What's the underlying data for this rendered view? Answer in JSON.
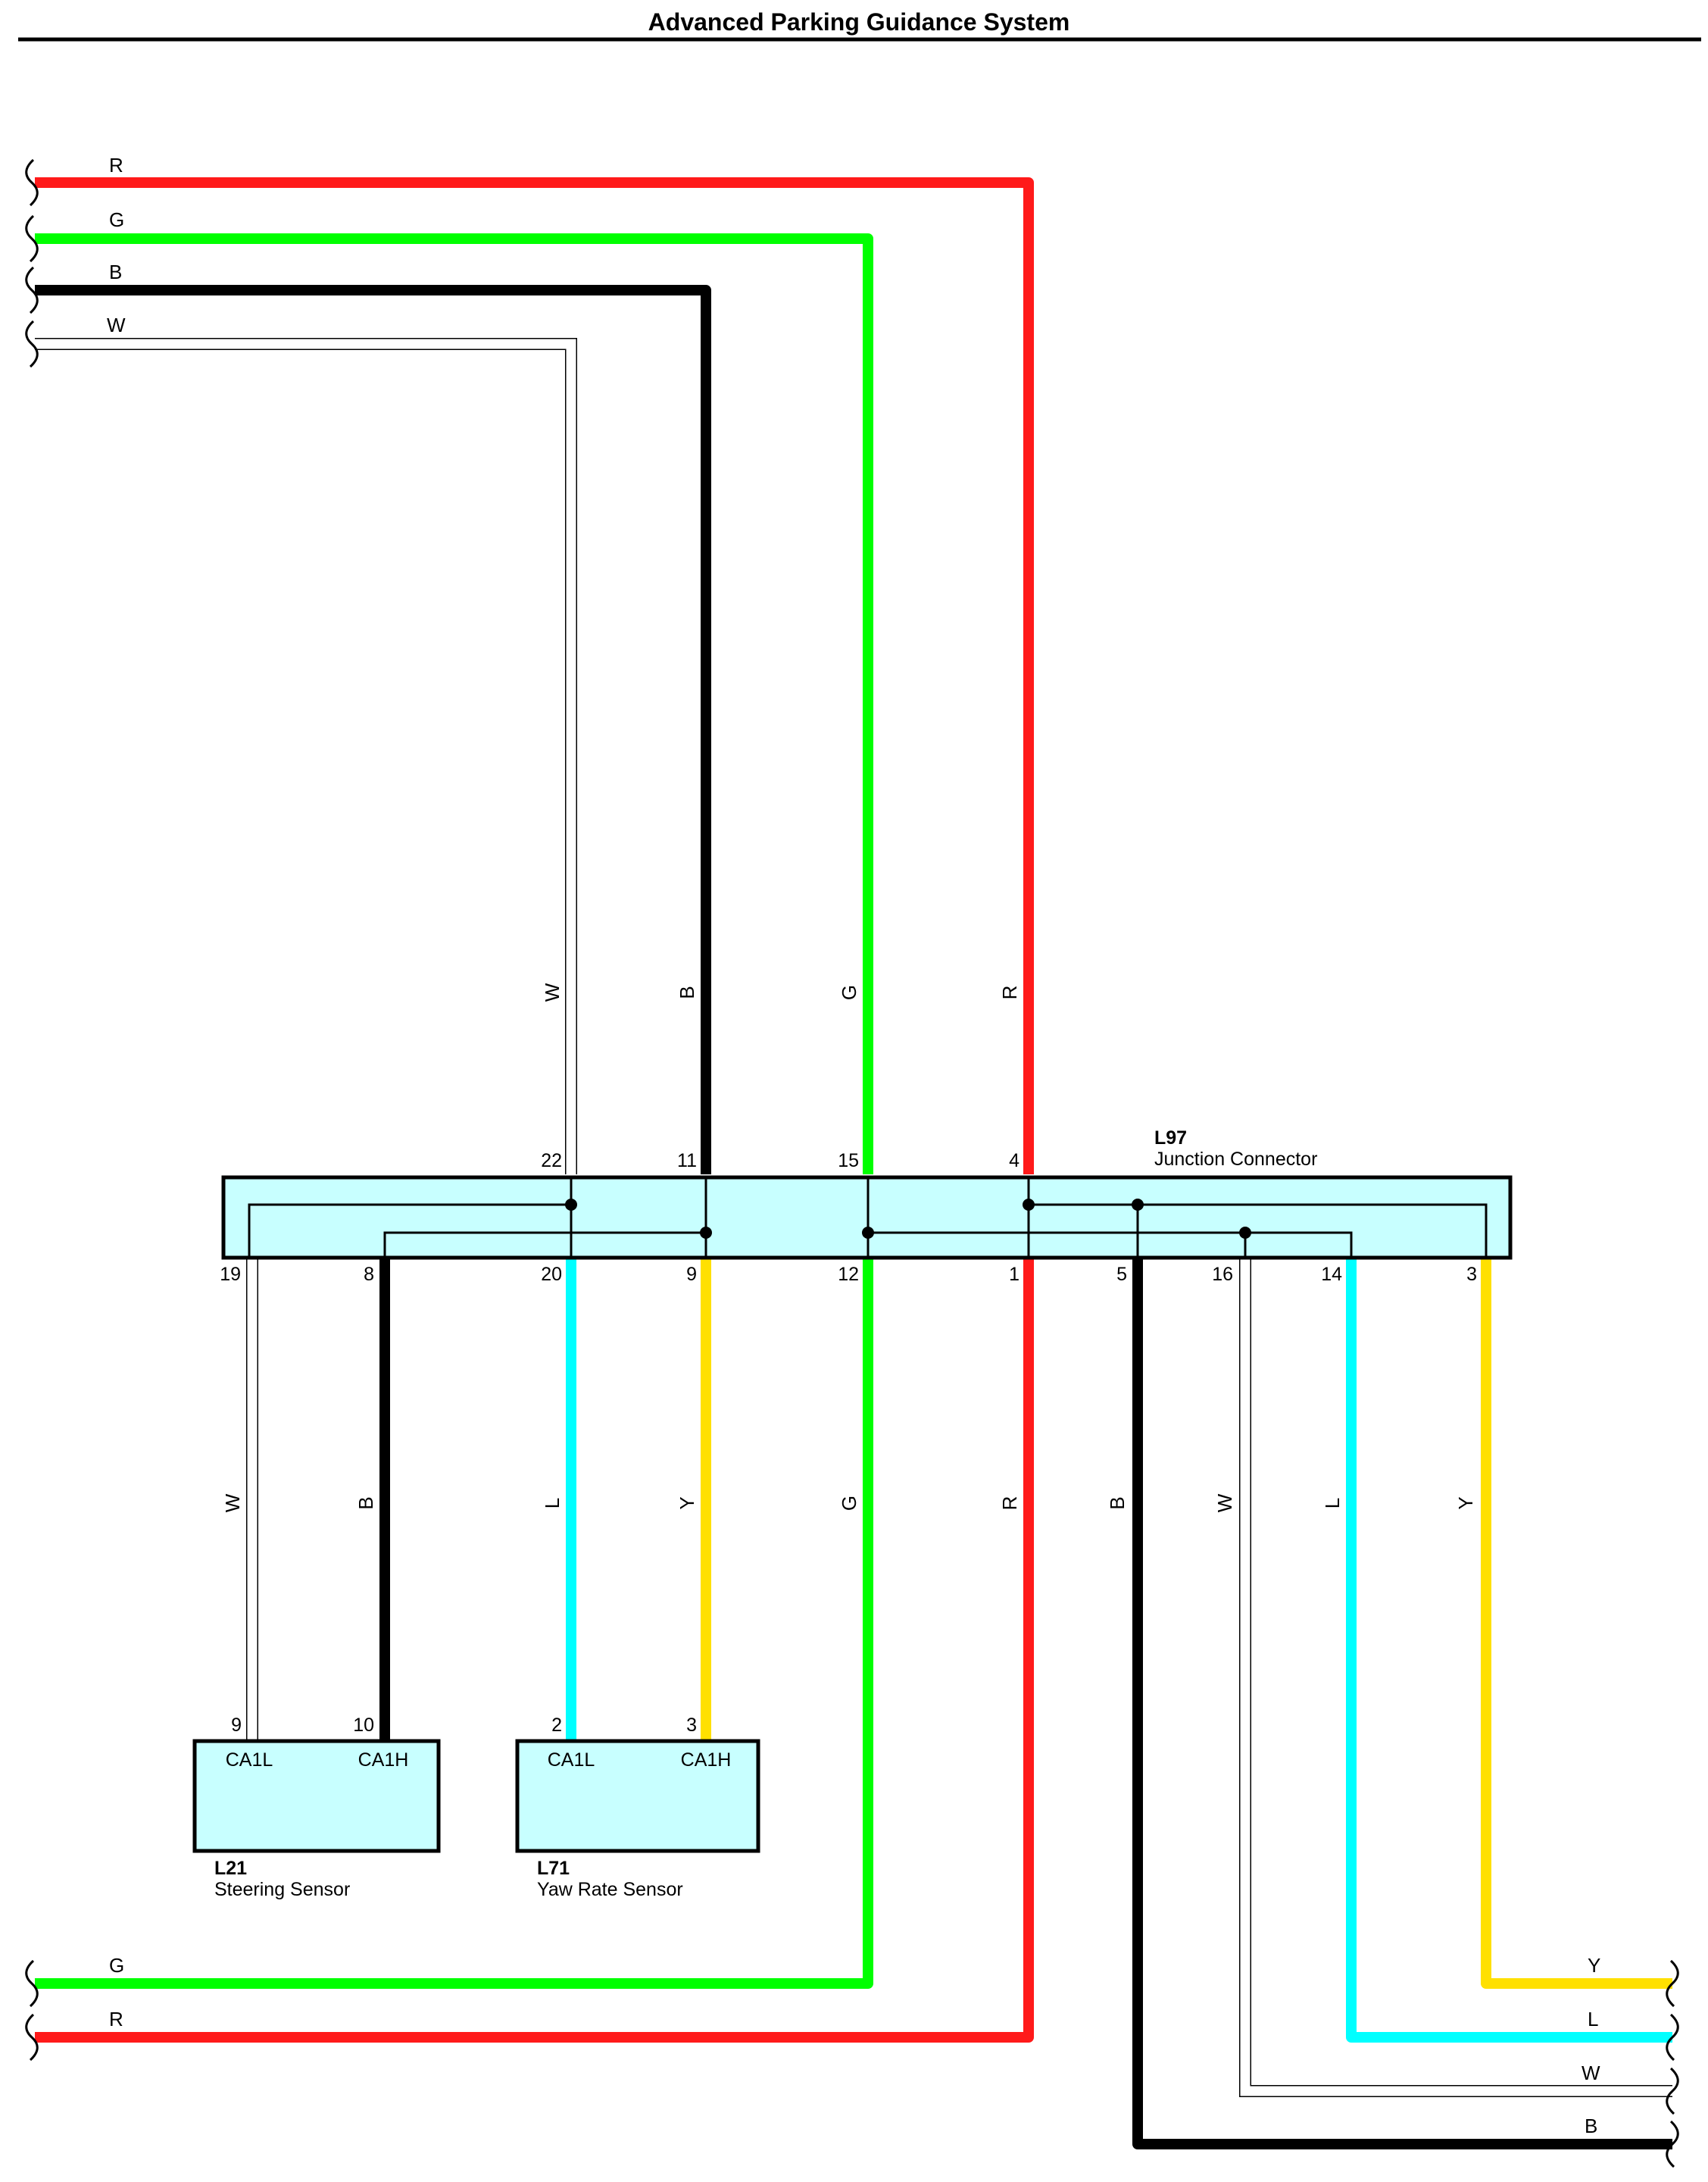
{
  "title": "Advanced Parking Guidance System",
  "colors": {
    "R": "#ff1a1a",
    "G": "#00ff00",
    "B": "#000000",
    "W": "#ffffff",
    "L": "#00ffff",
    "Y": "#ffe000",
    "connector_fill": "#c8ffff"
  },
  "junction_connector": {
    "id": "L97",
    "name": "Junction Connector",
    "top_pins": [
      "22",
      "11",
      "15",
      "4"
    ],
    "bottom_pins": [
      "19",
      "8",
      "20",
      "9",
      "12",
      "1",
      "5",
      "16",
      "14",
      "3"
    ]
  },
  "components": [
    {
      "id": "L21",
      "name": "Steering Sensor",
      "pins": [
        "9",
        "10"
      ],
      "pin_labels": [
        "CA1L",
        "CA1H"
      ]
    },
    {
      "id": "L71",
      "name": "Yaw Rate Sensor",
      "pins": [
        "2",
        "3"
      ],
      "pin_labels": [
        "CA1L",
        "CA1H"
      ]
    }
  ],
  "wires": {
    "top_left": [
      "R",
      "G",
      "B",
      "W"
    ],
    "top_verticals": [
      "W",
      "B",
      "G",
      "R"
    ],
    "bottom_verticals": [
      "W",
      "B",
      "L",
      "Y",
      "G",
      "R",
      "B",
      "W",
      "L",
      "Y"
    ],
    "bottom_left": [
      "G",
      "R"
    ],
    "bottom_right": [
      "Y",
      "L",
      "W",
      "B"
    ]
  }
}
